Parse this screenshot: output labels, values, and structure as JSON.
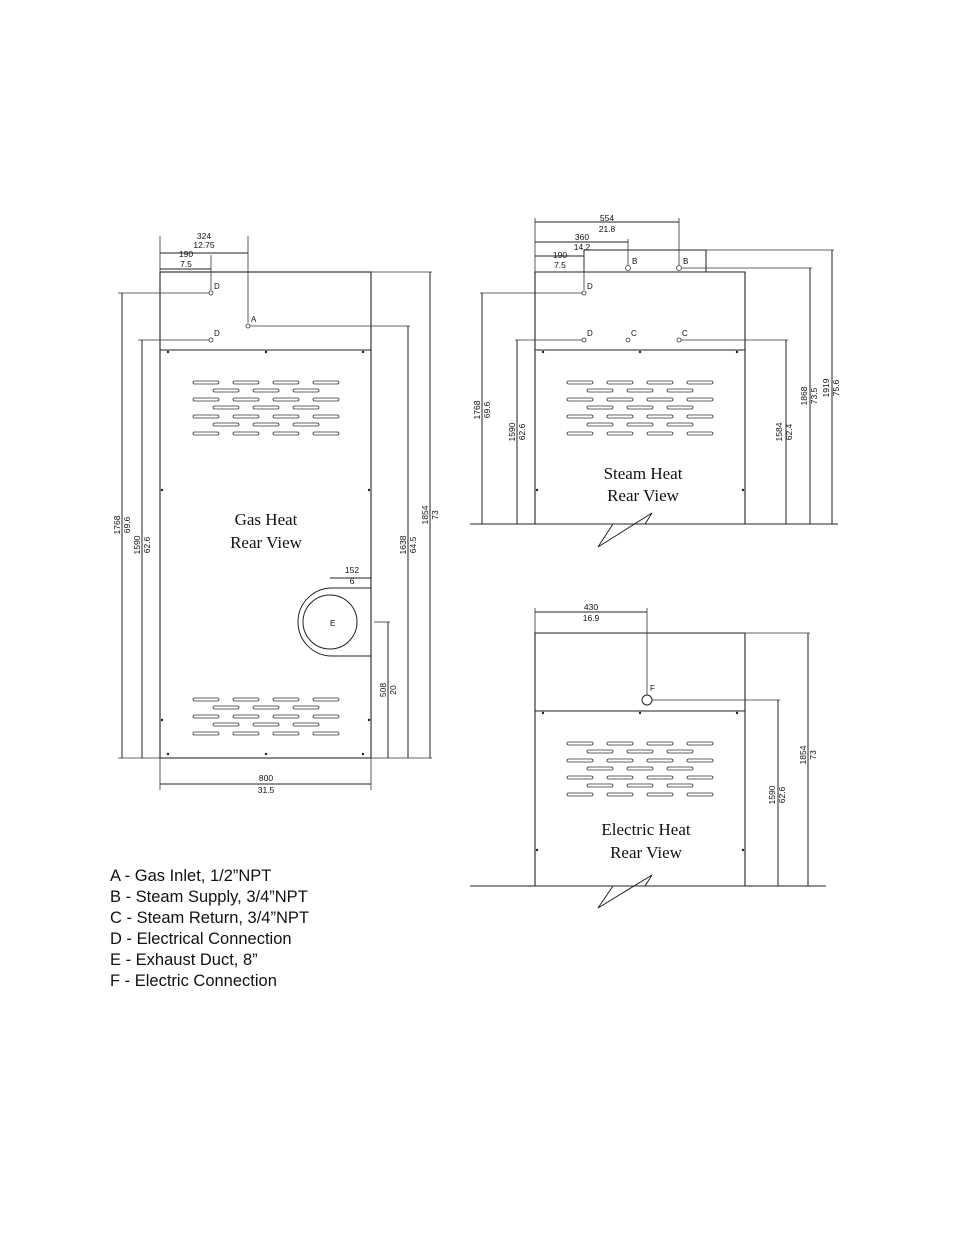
{
  "gas_view": {
    "title_line1": "Gas Heat",
    "title_line2": "Rear View",
    "dims": {
      "d324_mm": "324",
      "d324_in": "12.75",
      "d190_mm": "190",
      "d190_in": "7.5",
      "d800_mm": "800",
      "d800_in": "31.5",
      "d152_mm": "152",
      "d152_in": "6",
      "d508_mm": "508",
      "d508_in": "20",
      "d1768_mm": "1768",
      "d1768_in": "69.6",
      "d1590_mm": "1590",
      "d1590_in": "62.6",
      "d1638_mm": "1638",
      "d1638_in": "64.5",
      "d1854_mm": "1854",
      "d1854_in": "73"
    },
    "labels": {
      "a": "A",
      "d1": "D",
      "d2": "D",
      "e": "E"
    }
  },
  "steam_view": {
    "title_line1": "Steam Heat",
    "title_line2": "Rear View",
    "dims": {
      "d554_mm": "554",
      "d554_in": "21.8",
      "d360_mm": "360",
      "d360_in": "14.2",
      "d190_mm": "190",
      "d190_in": "7.5",
      "d1768_mm": "1768",
      "d1768_in": "69.6",
      "d1590_mm": "1590",
      "d1590_in": "62.6",
      "d1584_mm": "1584",
      "d1584_in": "62.4",
      "d1868_mm": "1868",
      "d1868_in": "73.5",
      "d1919_mm": "1919",
      "d1919_in": "75.6"
    },
    "labels": {
      "b1": "B",
      "b2": "B",
      "d1": "D",
      "d2": "D",
      "c1": "C",
      "c2": "C"
    }
  },
  "electric_view": {
    "title_line1": "Electric Heat",
    "title_line2": "Rear View",
    "dims": {
      "d430_mm": "430",
      "d430_in": "16.9",
      "d1590_mm": "1590",
      "d1590_in": "62.6",
      "d1854_mm": "1854",
      "d1854_in": "73"
    },
    "labels": {
      "f": "F"
    }
  },
  "legend": [
    "A - Gas Inlet, 1/2”NPT",
    "B - Steam Supply, 3/4”NPT",
    "C - Steam Return, 3/4”NPT",
    "D - Electrical Connection",
    "E - Exhaust Duct, 8”",
    "F - Electric Connection"
  ]
}
